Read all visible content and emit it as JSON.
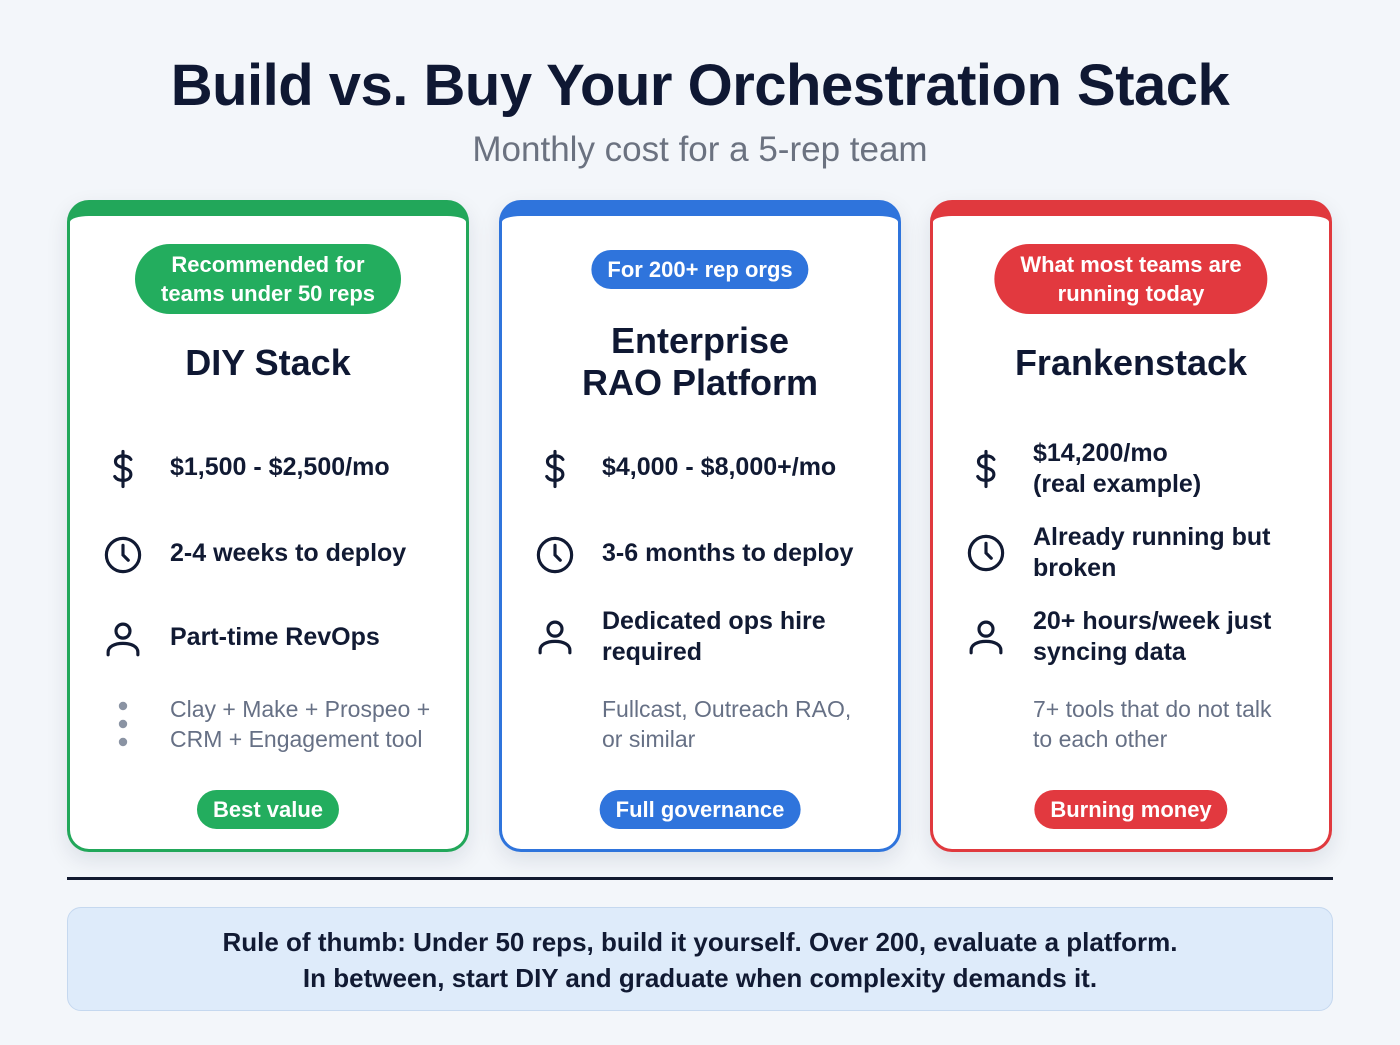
{
  "header": {
    "title": "Build vs. Buy Your Orchestration Stack",
    "subtitle": "Monthly cost for a 5-rep team"
  },
  "colors": {
    "green": "#22a75a",
    "blue": "#2f74dc",
    "red": "#e0393e",
    "text_dark": "#0f1833",
    "text_muted": "#667085"
  },
  "cards": [
    {
      "tag_line1": "Recommended for",
      "tag_line2": "teams under 50 reps",
      "title": "DIY Stack",
      "cost_line1": "$1,500 - $2,500/mo",
      "deploy_line1": "2-4 weeks to deploy",
      "staff_line1": "Part-time RevOps",
      "tools_line1": "Clay + Make + Prospeo +",
      "tools_line2": "CRM + Engagement tool",
      "badge": "Best value",
      "icons": [
        "dollar-icon",
        "clock-icon",
        "user-icon",
        "dots-icon"
      ]
    },
    {
      "tag_line1": "For 200+ rep orgs",
      "title_line1": "Enterprise",
      "title_line2": "RAO Platform",
      "cost_line1": "$4,000 - $8,000+/mo",
      "deploy_line1": "3-6 months to deploy",
      "staff_line1": "Dedicated ops hire",
      "staff_line2": "required",
      "tools_line1": "Fullcast, Outreach RAO,",
      "tools_line2": "or similar",
      "badge": "Full governance",
      "icons": [
        "dollar-icon",
        "clock-icon",
        "user-icon"
      ]
    },
    {
      "tag_line1": "What most teams are",
      "tag_line2": "running today",
      "title": "Frankenstack",
      "cost_line1": "$14,200/mo",
      "cost_line2": "(real example)",
      "deploy_line1": "Already running but",
      "deploy_line2": "broken",
      "staff_line1": "20+ hours/week just",
      "staff_line2": "syncing data",
      "tools_line1": "7+ tools that do not talk",
      "tools_line2": "to each other",
      "badge": "Burning money",
      "icons": [
        "dollar-icon",
        "clock-icon",
        "user-icon"
      ]
    }
  ],
  "footer": {
    "line1": "Rule of thumb: Under 50 reps, build it yourself. Over 200, evaluate a platform.",
    "line2": "In between, start DIY and graduate when complexity demands it."
  }
}
